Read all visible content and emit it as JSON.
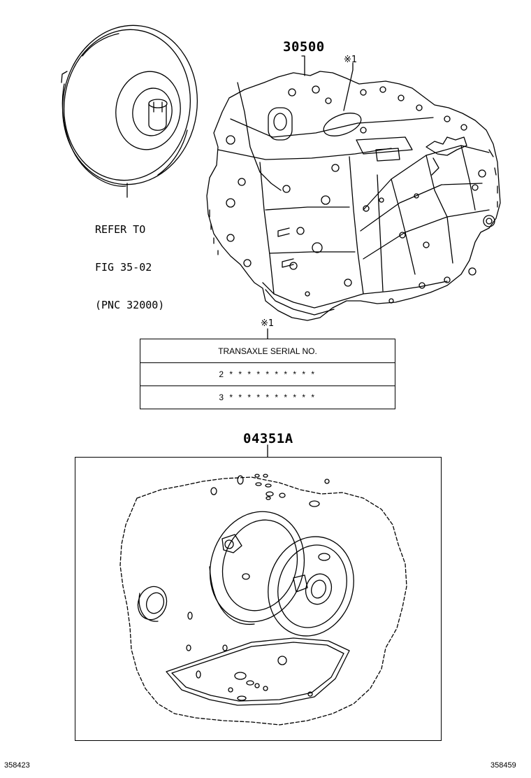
{
  "torque_converter": {
    "refer_lines": [
      "REFER TO",
      "FIG 35-02",
      "(PNC 32000)"
    ]
  },
  "transaxle": {
    "part_number": "30500",
    "serial_marker": "※1"
  },
  "serial_table": {
    "marker": "※1",
    "header": "TRANSAXLE SERIAL NO.",
    "rows": [
      "2 * * * * * * * * * *",
      "3 * * * * * * * * * *"
    ]
  },
  "gasket_kit": {
    "part_number": "04351A"
  },
  "footer": {
    "left_code": "358423",
    "right_code": "358459"
  }
}
